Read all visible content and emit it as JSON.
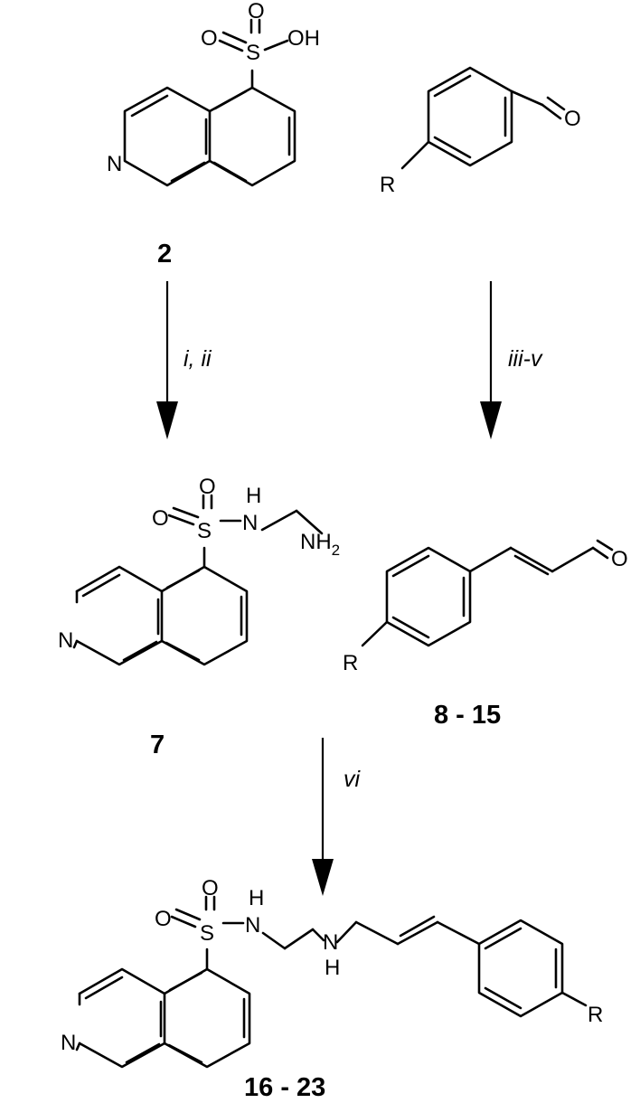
{
  "atoms": {
    "o": "O",
    "oh": "OH",
    "s": "S",
    "n": "N",
    "h": "H",
    "r": "R",
    "nh2_main": "NH",
    "nh2_sub": "2"
  },
  "compounds": {
    "c2": "2",
    "c7": "7",
    "c8_15": "8 - 15",
    "c16_23": "16 - 23"
  },
  "conditions": {
    "step1": "i, ii",
    "step2": "iii-v",
    "step3": "vi"
  }
}
